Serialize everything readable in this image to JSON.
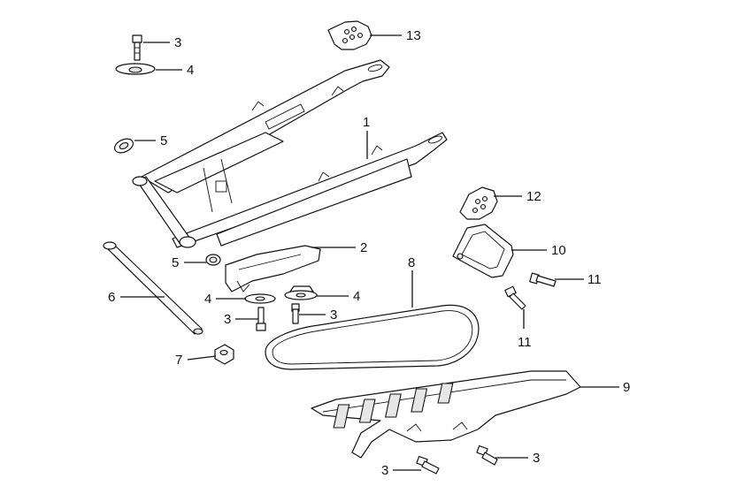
{
  "callouts": [
    {
      "key": "c3a",
      "label": "3"
    },
    {
      "key": "c4a",
      "label": "4"
    },
    {
      "key": "c5a",
      "label": "5"
    },
    {
      "key": "c13",
      "label": "13"
    },
    {
      "key": "c1",
      "label": "1"
    },
    {
      "key": "c12",
      "label": "12"
    },
    {
      "key": "c2",
      "label": "2"
    },
    {
      "key": "c5b",
      "label": "5"
    },
    {
      "key": "c10",
      "label": "10"
    },
    {
      "key": "c8",
      "label": "8"
    },
    {
      "key": "c6",
      "label": "6"
    },
    {
      "key": "c4b",
      "label": "4"
    },
    {
      "key": "c4c",
      "label": "4"
    },
    {
      "key": "c3b",
      "label": "3"
    },
    {
      "key": "c3c",
      "label": "3"
    },
    {
      "key": "c11a",
      "label": "11"
    },
    {
      "key": "c11b",
      "label": "11"
    },
    {
      "key": "c7",
      "label": "7"
    },
    {
      "key": "c9",
      "label": "9"
    },
    {
      "key": "c3d",
      "label": "3"
    },
    {
      "key": "c3e",
      "label": "3"
    }
  ]
}
